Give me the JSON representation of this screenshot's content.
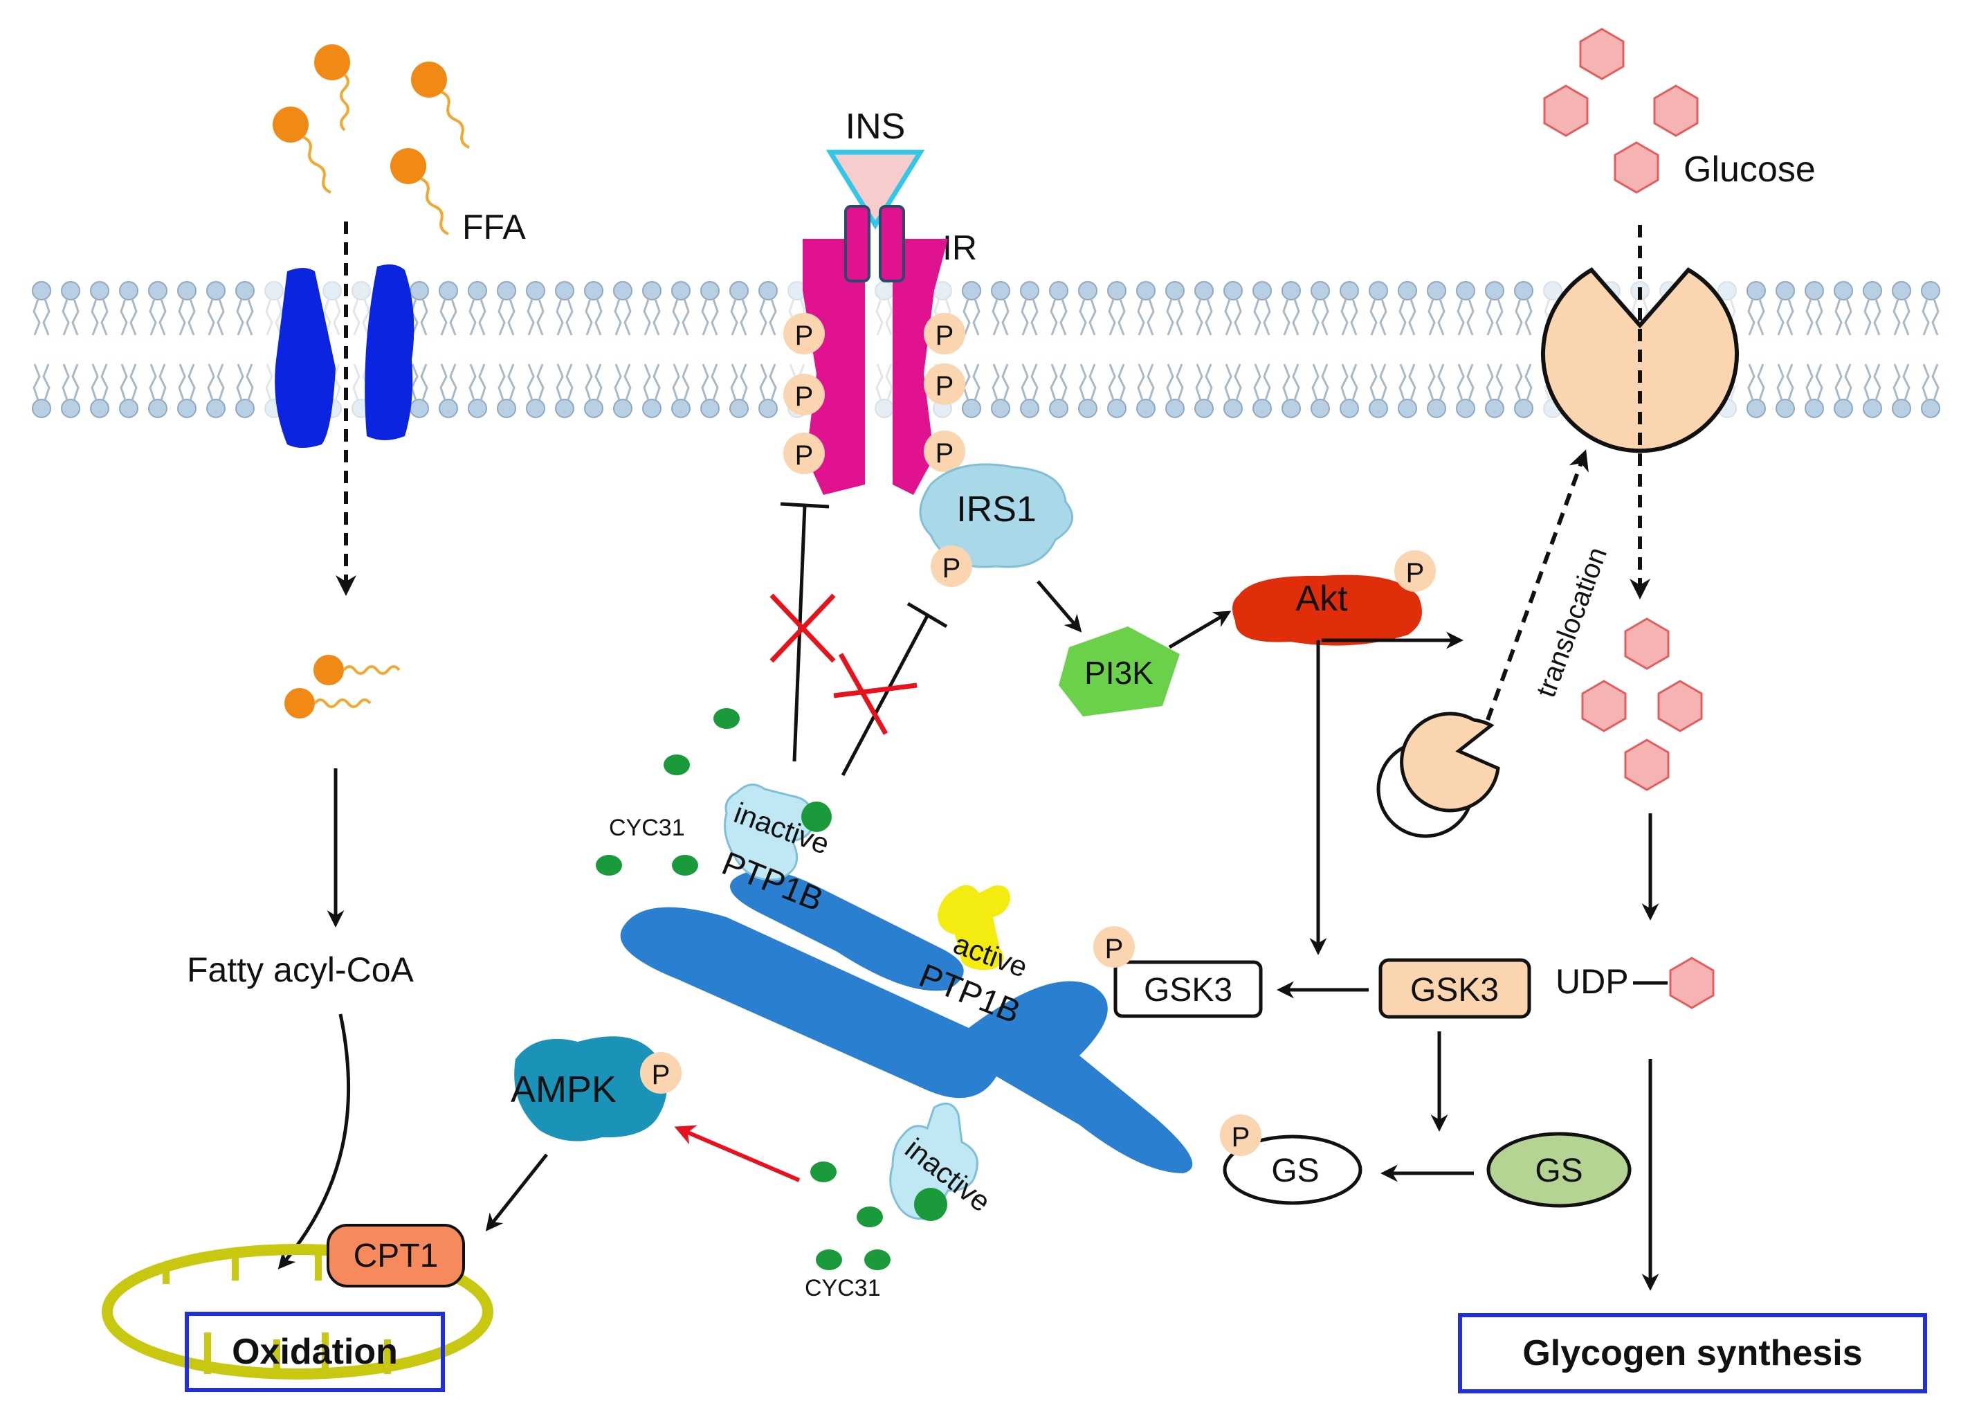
{
  "labels": {
    "ffa": "FFA",
    "ins": "INS",
    "ir": "IR",
    "glucose": "Glucose",
    "irs1": "IRS1",
    "pi3k": "PI3K",
    "akt": "Akt",
    "translocation": "translocation",
    "cyc31_top": "CYC31",
    "cyc31_bottom": "CYC31",
    "inactive_top": "inactive",
    "inactive_bottom": "inactive",
    "active": "active",
    "ptp1b_top": "PTP1B",
    "ptp1b_active": "PTP1B",
    "fatty_acyl_coa": "Fatty acyl-CoA",
    "ampk": "AMPK",
    "cpt1": "CPT1",
    "oxidation": "Oxidation",
    "gsk3_p": "GSK3",
    "gsk3": "GSK3",
    "udp": "UDP",
    "gs_p": "GS",
    "gs": "GS",
    "glycogen_synthesis": "Glycogen synthesis",
    "phospho": "P"
  },
  "colors": {
    "membrane_head": "#b9cfe3",
    "transporter_ffa": "#0a24e0",
    "insulin_receptor": "#e0128f",
    "phospho_circle": "#fbd4b0",
    "irs1": "#a9d8e8",
    "pi3k": "#6cd14a",
    "akt": "#e02e0b",
    "glucose": "#f6b3b3",
    "glut": "#fbd4b0",
    "ampk": "#1b93b8",
    "cpt1": "#f68a5c",
    "mitochondrion": "#c8c810",
    "gsk3": "#fbd4b0",
    "gs": "#b5d392",
    "er": "#2b7fd1",
    "active_ptp1b": "#f4ec10",
    "inactive_ptp1b": "#bfe8f4",
    "cyc31": "#1a9a3a",
    "ffa_head": "#f08a14",
    "box_border": "#1e2ee0",
    "block_cross": "#e8121c",
    "activation_red": "#e8121c"
  }
}
